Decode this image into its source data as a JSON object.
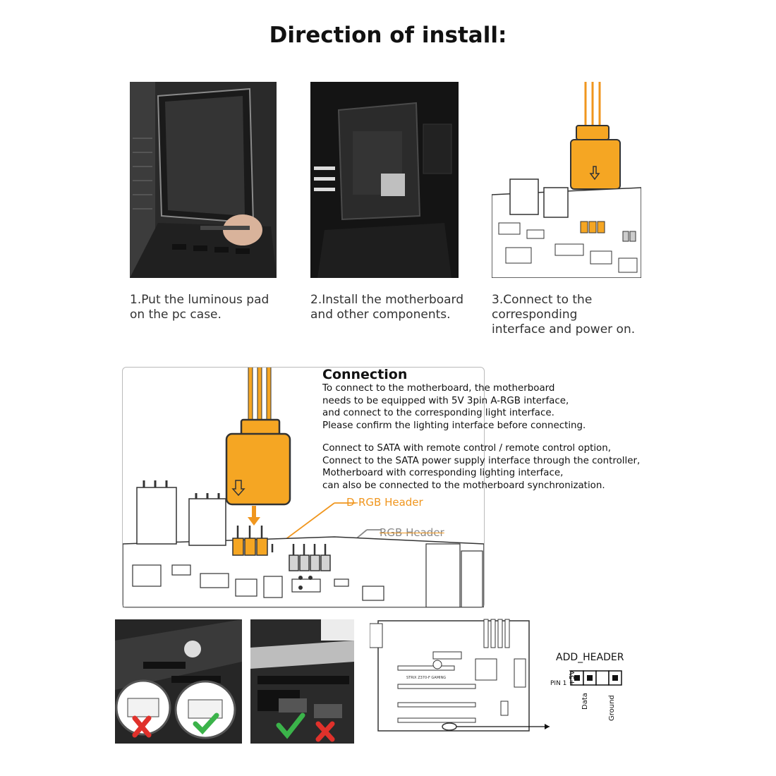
{
  "title": "Direction of install:",
  "steps": [
    {
      "caption": "1.Put the luminous pad\non the pc case."
    },
    {
      "caption": "2.Install the motherboard\nand other components."
    },
    {
      "caption": "3.Connect to the\ncorresponding\ninterface and power on."
    }
  ],
  "connection": {
    "title": "Connection",
    "paragraph1": [
      "To connect to the motherboard, the motherboard",
      "needs to be equipped with 5V 3pin A-RGB interface,",
      "and connect to the corresponding light interface.",
      "Please confirm the lighting interface before connecting."
    ],
    "paragraph2": [
      "Connect to SATA with remote control / remote control option,",
      "Connect to the SATA power supply interface through the controller,",
      "Motherboard with corresponding lighting interface,",
      "can also be connected to the motherboard synchronization."
    ],
    "drgb_label": "D-RGB Header",
    "rgb_label": "RGB Header"
  },
  "diagram": {
    "add_header": "ADD_HEADER",
    "pin1": "PIN 1",
    "pins": [
      "+5V",
      "Data",
      "Ground"
    ],
    "board_text": "STRIX Z370-F GAMING"
  },
  "colors": {
    "accent": "#f0961e",
    "check": "#3bb34a",
    "cross": "#e0312b"
  }
}
